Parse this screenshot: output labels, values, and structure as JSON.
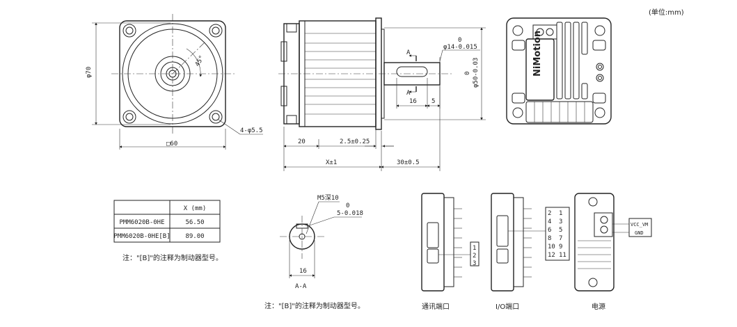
{
  "unit_note": "(单位:mm)",
  "front_view": {
    "diameter": "φ70",
    "angle": "45°",
    "square": "□60",
    "holes": "4-φ5.5"
  },
  "side_view": {
    "shaft_tol": "φ14-0.015",
    "shaft_tol_top": "0",
    "flange_tol": "φ50-0.03",
    "flange_tol_top": "0",
    "section_mark": "A",
    "key_len": "16",
    "key_off": "5",
    "dim_20": "20",
    "dim_2_5": "2.5±0.25",
    "dim_x": "X±1",
    "dim_30": "30±0.5"
  },
  "brand": "NiMotion",
  "table": {
    "header": [
      "",
      "X (mm)"
    ],
    "rows": [
      [
        "PMM6020B-0HE",
        "56.50"
      ],
      [
        "PMM6020B-0HE[B]",
        "89.00"
      ]
    ]
  },
  "note_left": "注：\"[B]\"的注释为制动器型号。",
  "section": {
    "thread": "M5深10",
    "key_tol_top": "0",
    "key_tol": "5-0.018",
    "width": "16",
    "label": "A-A"
  },
  "note_center": "注：\"[B]\"的注释为制动器型号。",
  "comm_port": {
    "pins": [
      "1",
      "2",
      "3"
    ],
    "caption": "通讯端口"
  },
  "io_port": {
    "pins": [
      [
        "2",
        "1"
      ],
      [
        "4",
        "3"
      ],
      [
        "6",
        "5"
      ],
      [
        "8",
        "7"
      ],
      [
        "10",
        "9"
      ],
      [
        "12",
        "11"
      ]
    ],
    "caption": "I/O端口"
  },
  "power": {
    "labels": [
      "VCC_VM",
      "GND"
    ],
    "caption": "电源"
  }
}
